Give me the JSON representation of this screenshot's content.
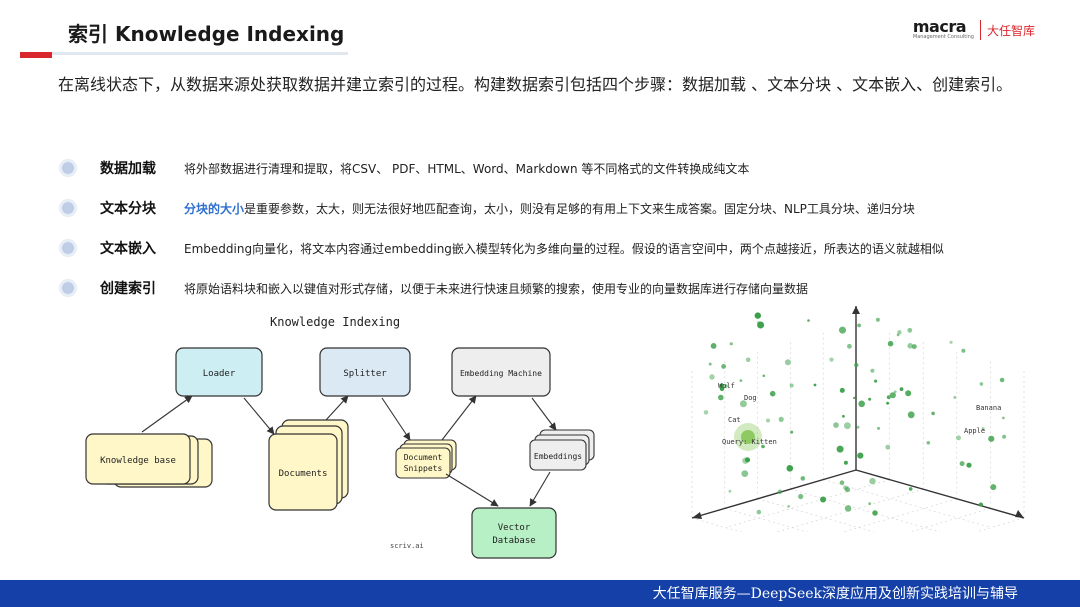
{
  "header": {
    "title": "索引 Knowledge Indexing",
    "logo_word": "macra",
    "logo_sub": "Management Consulting",
    "logo_cn": "大任智库"
  },
  "intro": "在离线状态下，从数据来源处获取数据并建立索引的过程。构建数据索引包括四个步骤：数据加载 、文本分块 、文本嵌入、创建索引。",
  "steps": [
    {
      "term": "数据加载",
      "highlight": "",
      "desc": "将外部数据进行清理和提取，将CSV、 PDF、HTML、Word、Markdown 等不同格式的文件转换成纯文本"
    },
    {
      "term": "文本分块",
      "highlight": "分块的大小",
      "desc": "是重要参数，太大，则无法很好地匹配查询，太小，则没有足够的有用上下文来生成答案。固定分块、NLP工具分块、递归分块"
    },
    {
      "term": "文本嵌入",
      "highlight": "",
      "desc": "Embedding向量化，将文本内容通过embedding嵌入模型转化为多维向量的过程。假设的语言空间中，两个点越接近，所表达的语义就越相似"
    },
    {
      "term": "创建索引",
      "highlight": "",
      "desc": "将原始语料块和嵌入以键值对形式存储，以便于未来进行快速且频繁的搜索，使用专业的向量数据库进行存储向量数据"
    }
  ],
  "diagram": {
    "title": "Knowledge Indexing",
    "loader": "Loader",
    "splitter": "Splitter",
    "embedding_machine": "Embedding Machine",
    "knowledge_base": "Knowledge base",
    "documents": "Documents",
    "snippets_line1": "Document",
    "snippets_line2": "Snippets",
    "embeddings": "Embeddings",
    "vector_line1": "Vector",
    "vector_line2": "Database",
    "credit": "scriv.ai",
    "colors": {
      "blue": "#cdeef2",
      "splitter": "#dbe9f5",
      "yellow": "#fff7c7",
      "grey": "#eeeeee",
      "green": "#b8f0c6"
    }
  },
  "scatter": {
    "labels": [
      "Wolf",
      "Dog",
      "Cat",
      "Query: Kitten",
      "Banana",
      "Apple"
    ],
    "colors": {
      "dot": "#3ca04a",
      "query": "#7cc24a"
    }
  },
  "footer": {
    "text": "大任智库服务—DeepSeek深度应用及创新实践培训与辅导",
    "color": "#1440a8"
  }
}
